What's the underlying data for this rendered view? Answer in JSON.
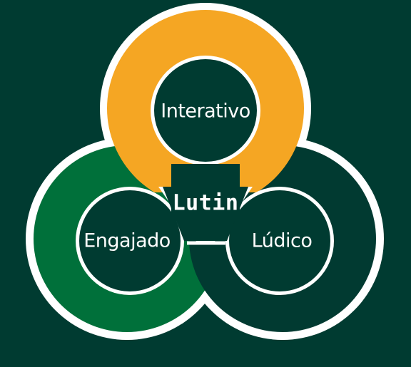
{
  "diagram": {
    "center_label": "Lutin",
    "lobes": {
      "top": {
        "label": "Interativo",
        "color": "#f5a623"
      },
      "left": {
        "label": "Engajado",
        "color": "#00703a"
      },
      "right": {
        "label": "Lúdico",
        "color": "#013a31"
      }
    },
    "background_color": "#003b31",
    "outline_color": "#ffffff"
  }
}
